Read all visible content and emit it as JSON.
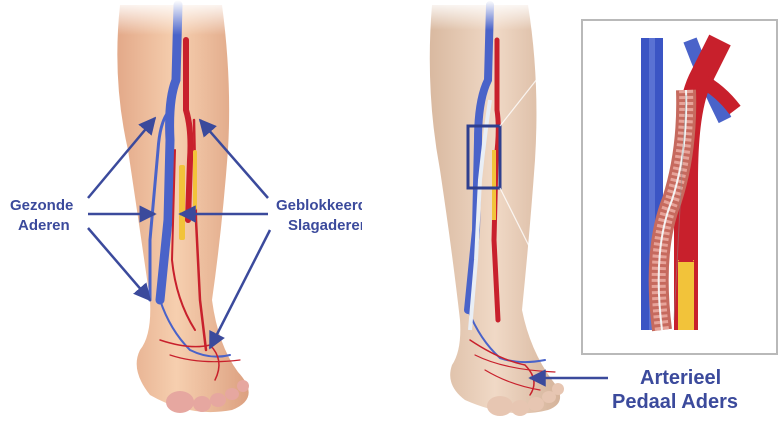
{
  "labels": {
    "healthy_veins_line1": "Gezonde",
    "healthy_veins_line2": "Aderen",
    "blocked_arteries_line1": "Geblokkeerde",
    "blocked_arteries_line2": "Slagaderen",
    "pedal_line1": "Arterieel",
    "pedal_line2": "Pedaal Aders"
  },
  "colors": {
    "label_text": "#3b4a9c",
    "arrow": "#3b4a9c",
    "skin": "#f1c5a0",
    "vein": "#4a63c9",
    "artery": "#c8202c",
    "plaque": "#f2c33a",
    "inset_border": "#b9b9b9"
  }
}
